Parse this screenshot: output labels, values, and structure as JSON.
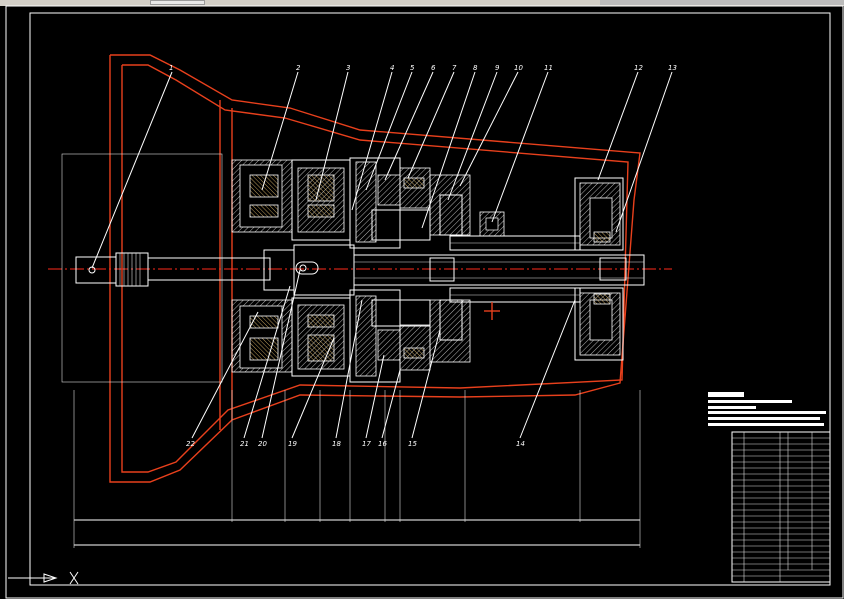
{
  "part_numbers_top": [
    "1",
    "2",
    "3",
    "4",
    "5",
    "6",
    "7",
    "8",
    "9",
    "10",
    "11",
    "12",
    "13"
  ],
  "part_numbers_bottom": [
    "22",
    "21",
    "20",
    "19",
    "18",
    "17",
    "16",
    "15",
    "14"
  ],
  "colors": {
    "background": "#000000",
    "lines": "#ffffff",
    "housing_outline": "#e8401c",
    "centerline": "#ff2a1a",
    "bearing_fill": "#e8c070"
  }
}
